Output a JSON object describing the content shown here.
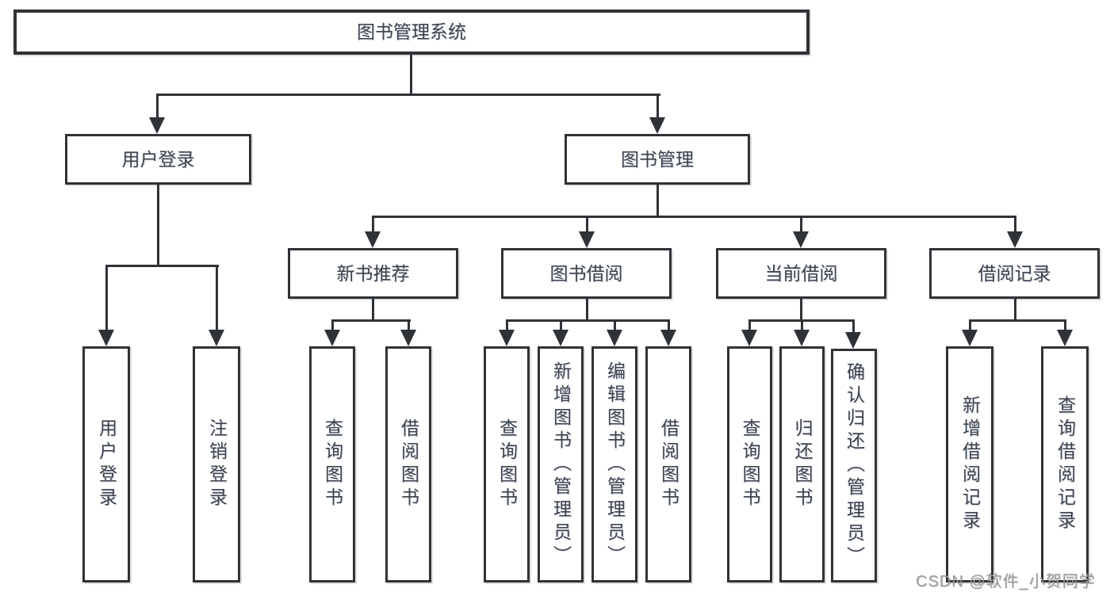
{
  "nodes": {
    "root": "图书管理系统",
    "level2": {
      "user_login": "用户登录",
      "book_mgmt": "图书管理"
    },
    "level3": [
      "新书推荐",
      "图书借阅",
      "当前借阅",
      "借阅记录"
    ],
    "leaves": {
      "user_login": [
        "用户登录",
        "注销登录"
      ],
      "new_books": [
        "查询图书",
        "借阅图书"
      ],
      "book_borrow": [
        "查询图书",
        "新增图书（管理员）",
        "编辑图书（管理员）",
        "借阅图书"
      ],
      "current_borrow": [
        "查询图书",
        "归还图书",
        "确认归还（管理员）"
      ],
      "borrow_records": [
        "新增借阅记录",
        "查询借阅记录"
      ]
    }
  },
  "watermark": "CSDN @软件_小贺同学",
  "colors": {
    "line": "#2f3337",
    "text": "#3e434a",
    "watermark": "#9b9b9b",
    "background": "#ffffff"
  }
}
